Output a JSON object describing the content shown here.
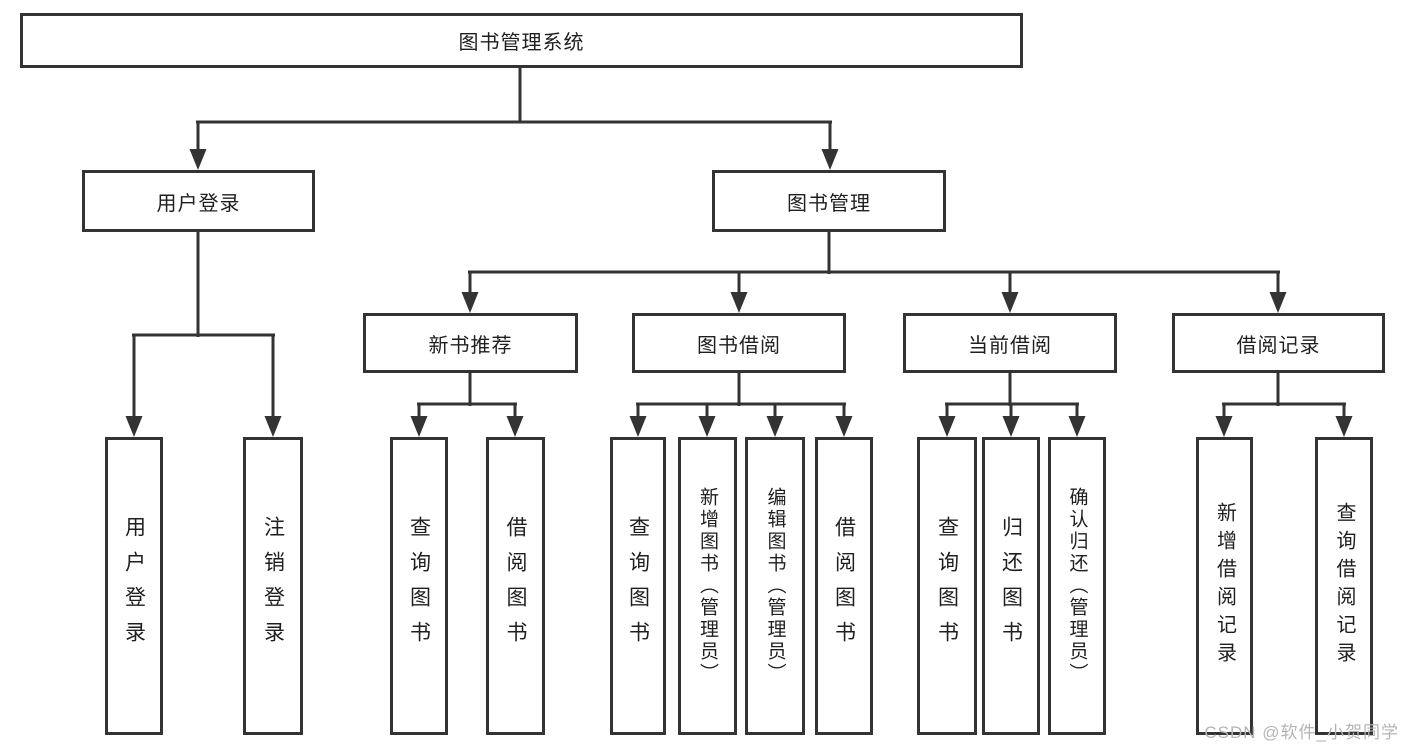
{
  "diagram": {
    "title": "图书管理系统",
    "level2": [
      {
        "label": "用户登录"
      },
      {
        "label": "图书管理"
      }
    ],
    "level3": [
      {
        "label": "新书推荐"
      },
      {
        "label": "图书借阅"
      },
      {
        "label": "当前借阅"
      },
      {
        "label": "借阅记录"
      }
    ],
    "leaves": {
      "user_login": [
        "用户登录",
        "注销登录"
      ],
      "new_book_recommend": [
        "查询图书",
        "借阅图书"
      ],
      "book_borrowing": [
        "查询图书",
        "新增图书（管理员）",
        "编辑图书（管理员）",
        "借阅图书"
      ],
      "current_borrowing": [
        "查询图书",
        "归还图书",
        "确认归还（管理员）"
      ],
      "borrow_records": [
        "新增借阅记录",
        "查询借阅记录"
      ]
    }
  },
  "watermark": "CSDN @软件_小贺同学",
  "colors": {
    "line": "#333333",
    "text": "#1f1f1f",
    "background": "#ffffff",
    "watermark": "#b4b4b4"
  }
}
